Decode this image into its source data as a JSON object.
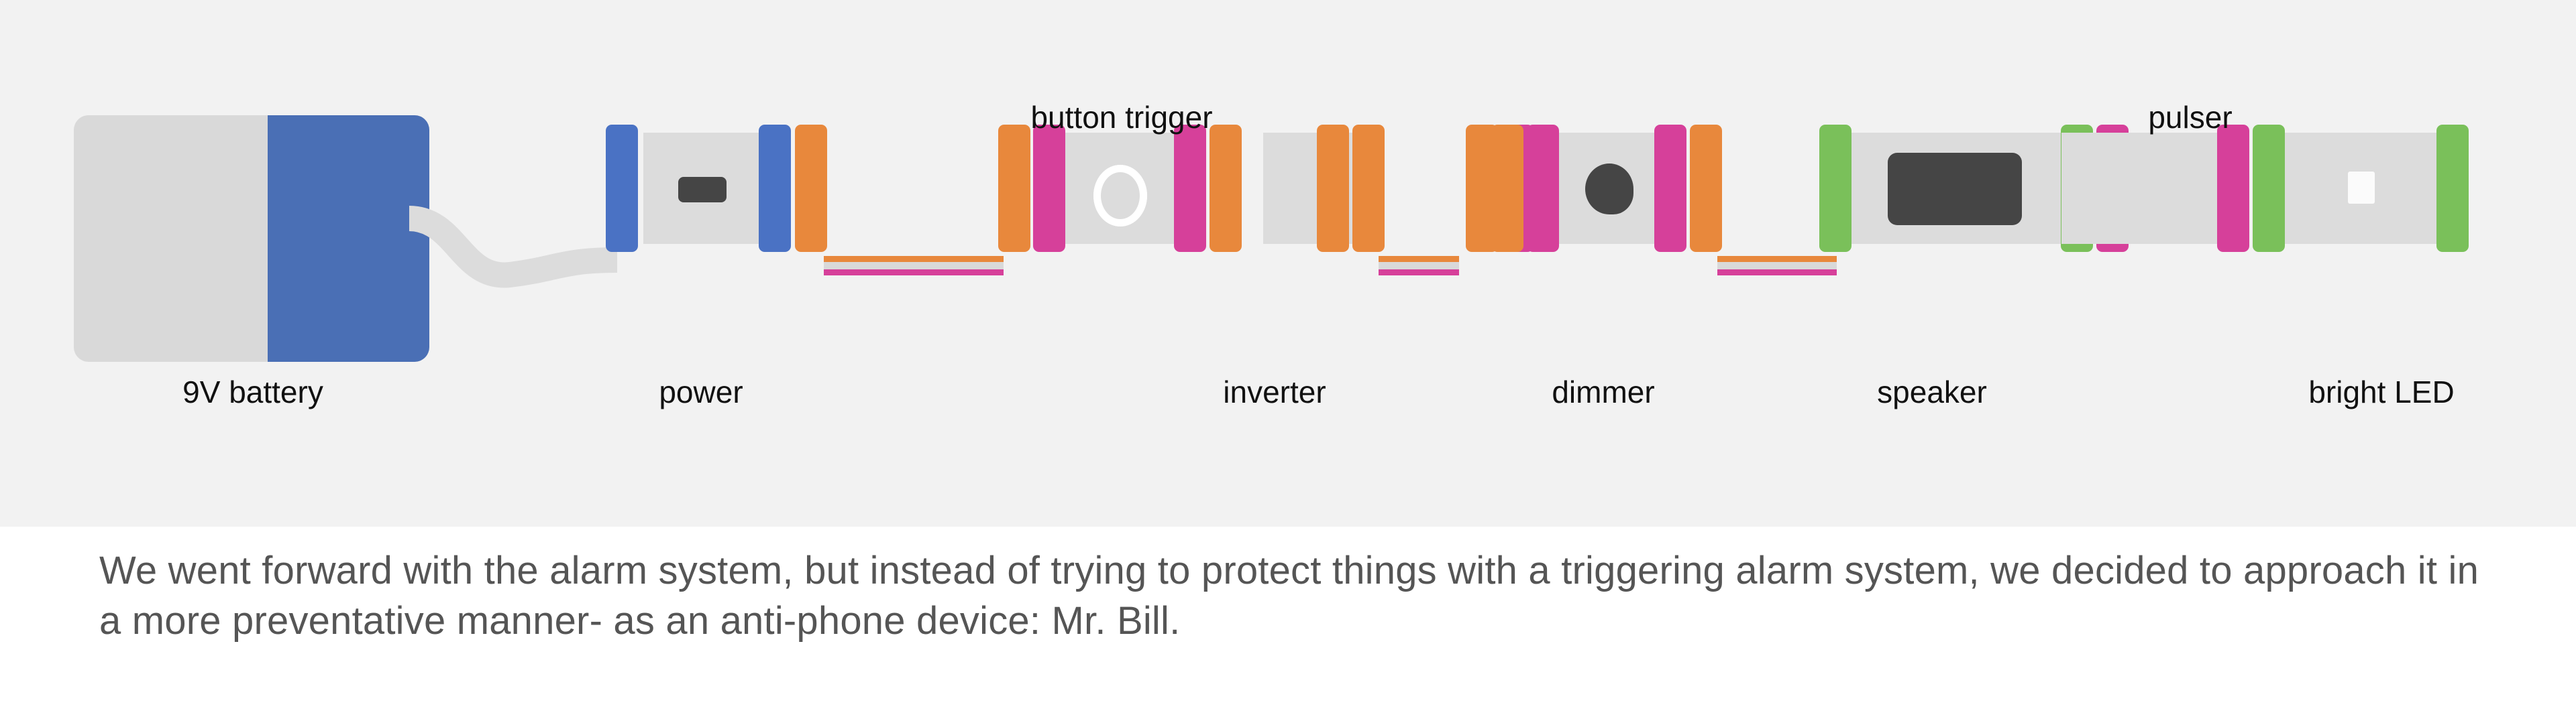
{
  "diagram": {
    "title_visible": false,
    "background_color": "#f2f2f2",
    "caption_background": "#ffffff",
    "wire_colors": {
      "power_positive": "#e8883c",
      "ground": "#d9d9d9",
      "signal": "#d6409a"
    },
    "connector_colors": {
      "power": "#4a72c4",
      "input": "#e8883c",
      "logic": "#d6409a",
      "output": "#7ac05a"
    },
    "battery": {
      "label": "9V battery",
      "body_color": "#d9d9d9",
      "terminal_color": "#4a6fb5",
      "cable_color": "#dcdcdc"
    },
    "modules": [
      {
        "id": "power",
        "label": "power",
        "label_position": "bottom",
        "feature": "toggle-switch"
      },
      {
        "id": "button-trigger",
        "label": "button trigger",
        "label_position": "top",
        "feature": "round-button"
      },
      {
        "id": "inverter",
        "label": "inverter",
        "label_position": "bottom",
        "feature": "none"
      },
      {
        "id": "dimmer",
        "label": "dimmer",
        "label_position": "bottom",
        "feature": "rotary-knob"
      },
      {
        "id": "speaker",
        "label": "speaker",
        "label_position": "bottom",
        "feature": "speaker-face"
      },
      {
        "id": "pulser",
        "label": "pulser",
        "label_position": "top",
        "feature": "none"
      },
      {
        "id": "bright-led",
        "label": "bright LED",
        "label_position": "bottom",
        "feature": "led-chip"
      }
    ]
  },
  "caption": {
    "text": "We went forward with the alarm system, but instead of trying to protect things with a triggering alarm system, we decided to approach it in a more preventative manner- as an anti-phone device: Mr. Bill.",
    "color": "#555555"
  }
}
